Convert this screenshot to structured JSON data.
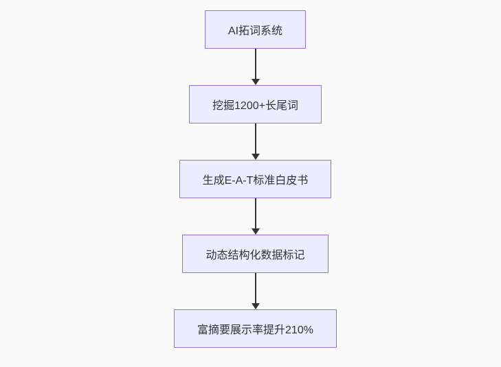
{
  "flowchart": {
    "direction": "top-down",
    "nodes": [
      {
        "id": "A",
        "label": "AI拓词系统"
      },
      {
        "id": "B",
        "label": "挖掘1200+长尾词"
      },
      {
        "id": "C",
        "label": "生成E-A-T标准白皮书"
      },
      {
        "id": "D",
        "label": "动态结构化数据标记"
      },
      {
        "id": "E",
        "label": "富摘要展示率提升210%"
      }
    ],
    "edges": [
      {
        "from": "A",
        "to": "B"
      },
      {
        "from": "B",
        "to": "C"
      },
      {
        "from": "C",
        "to": "D"
      },
      {
        "from": "D",
        "to": "E"
      }
    ],
    "colors": {
      "node_fill": "#ECECFF",
      "node_border": "#9370DB",
      "arrow": "#333333",
      "text": "#333333",
      "background": "#fafafa"
    }
  }
}
